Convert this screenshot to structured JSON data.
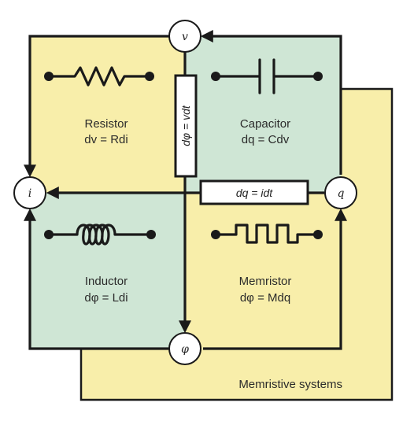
{
  "nodes": {
    "v": "v",
    "i": "i",
    "q": "q",
    "phi": "φ"
  },
  "quadrants": {
    "resistor": {
      "name": "Resistor",
      "equation": "dv = Rdi"
    },
    "capacitor": {
      "name": "Capacitor",
      "equation": "dq = Cdv"
    },
    "inductor": {
      "name": "Inductor",
      "equation": "dφ = Ldi"
    },
    "memristor": {
      "name": "Memristor",
      "equation": "dφ = Mdq"
    }
  },
  "relations": {
    "flux_voltage": "dφ = vdt",
    "charge_current": "dq = idt"
  },
  "footer": {
    "memristive_systems": "Memristive systems"
  },
  "colors": {
    "yellow": "#f8eeaa",
    "teal": "#cfe6d5",
    "line": "#1a1a1a"
  }
}
